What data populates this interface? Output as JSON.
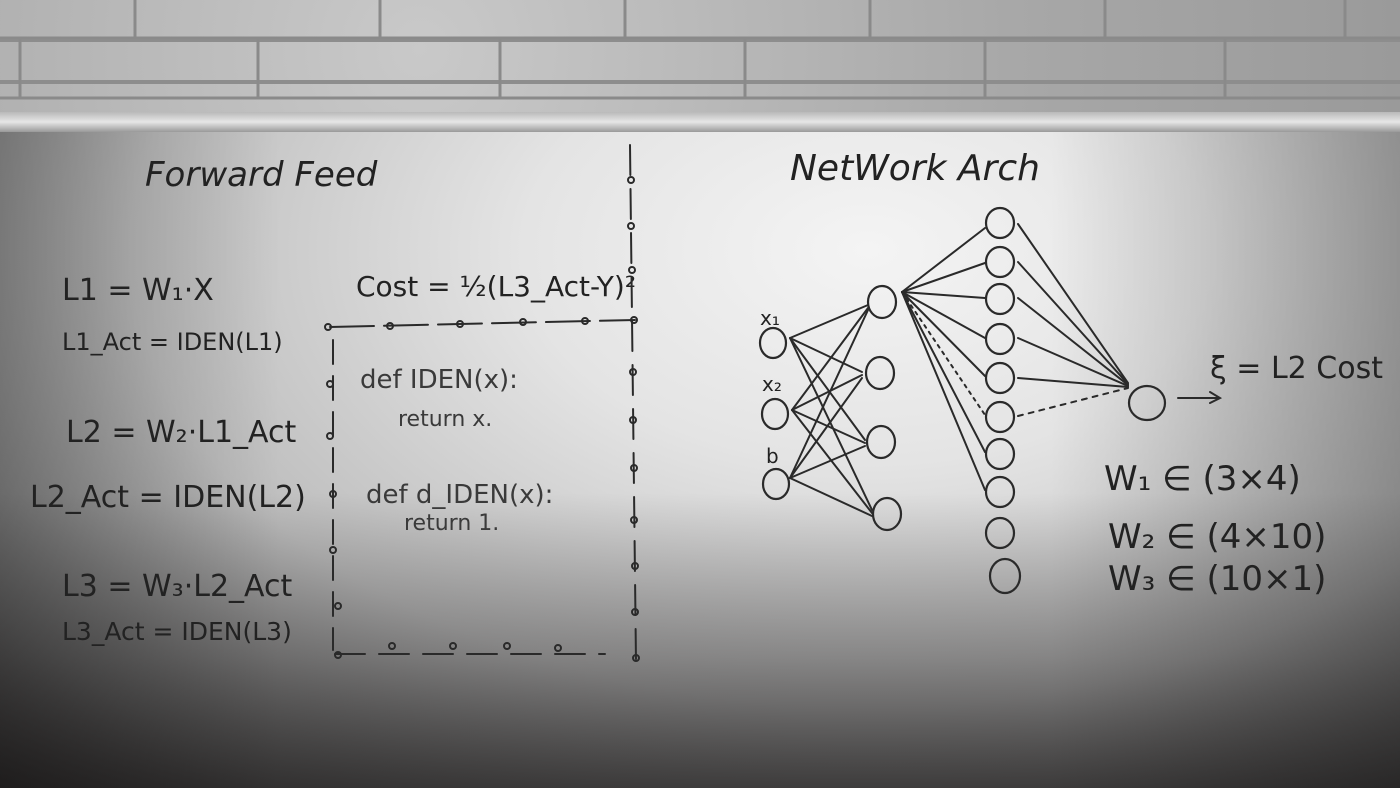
{
  "left_panel": {
    "title": "Forward Feed",
    "equations": [
      "L1 = W₁·X",
      "L1_Act = IDEN(L1)",
      "L2 = W₂·L1_Act",
      "L2_Act = IDEN(L2)",
      "L3 = W₃·L2_Act",
      "L3_Act = IDEN(L3)"
    ],
    "cost": "Cost = ½(L3_Act-Y)²",
    "code": [
      "def IDEN(x):",
      "return x.",
      "def d_IDEN(x):",
      "return 1."
    ]
  },
  "right_panel": {
    "title": "NetWork Arch",
    "inputs": [
      "x₁",
      "x₂",
      "b"
    ],
    "output_label": "ξ = L2 Cost",
    "weights": [
      "W₁ ∈ (3×4)",
      "W₂ ∈ (4×10)",
      "W₃ ∈ (10×1)"
    ]
  },
  "colors": {
    "ink": "#2a2a2a",
    "board": "#e4e4e4",
    "wall": "#a8a8a8"
  }
}
